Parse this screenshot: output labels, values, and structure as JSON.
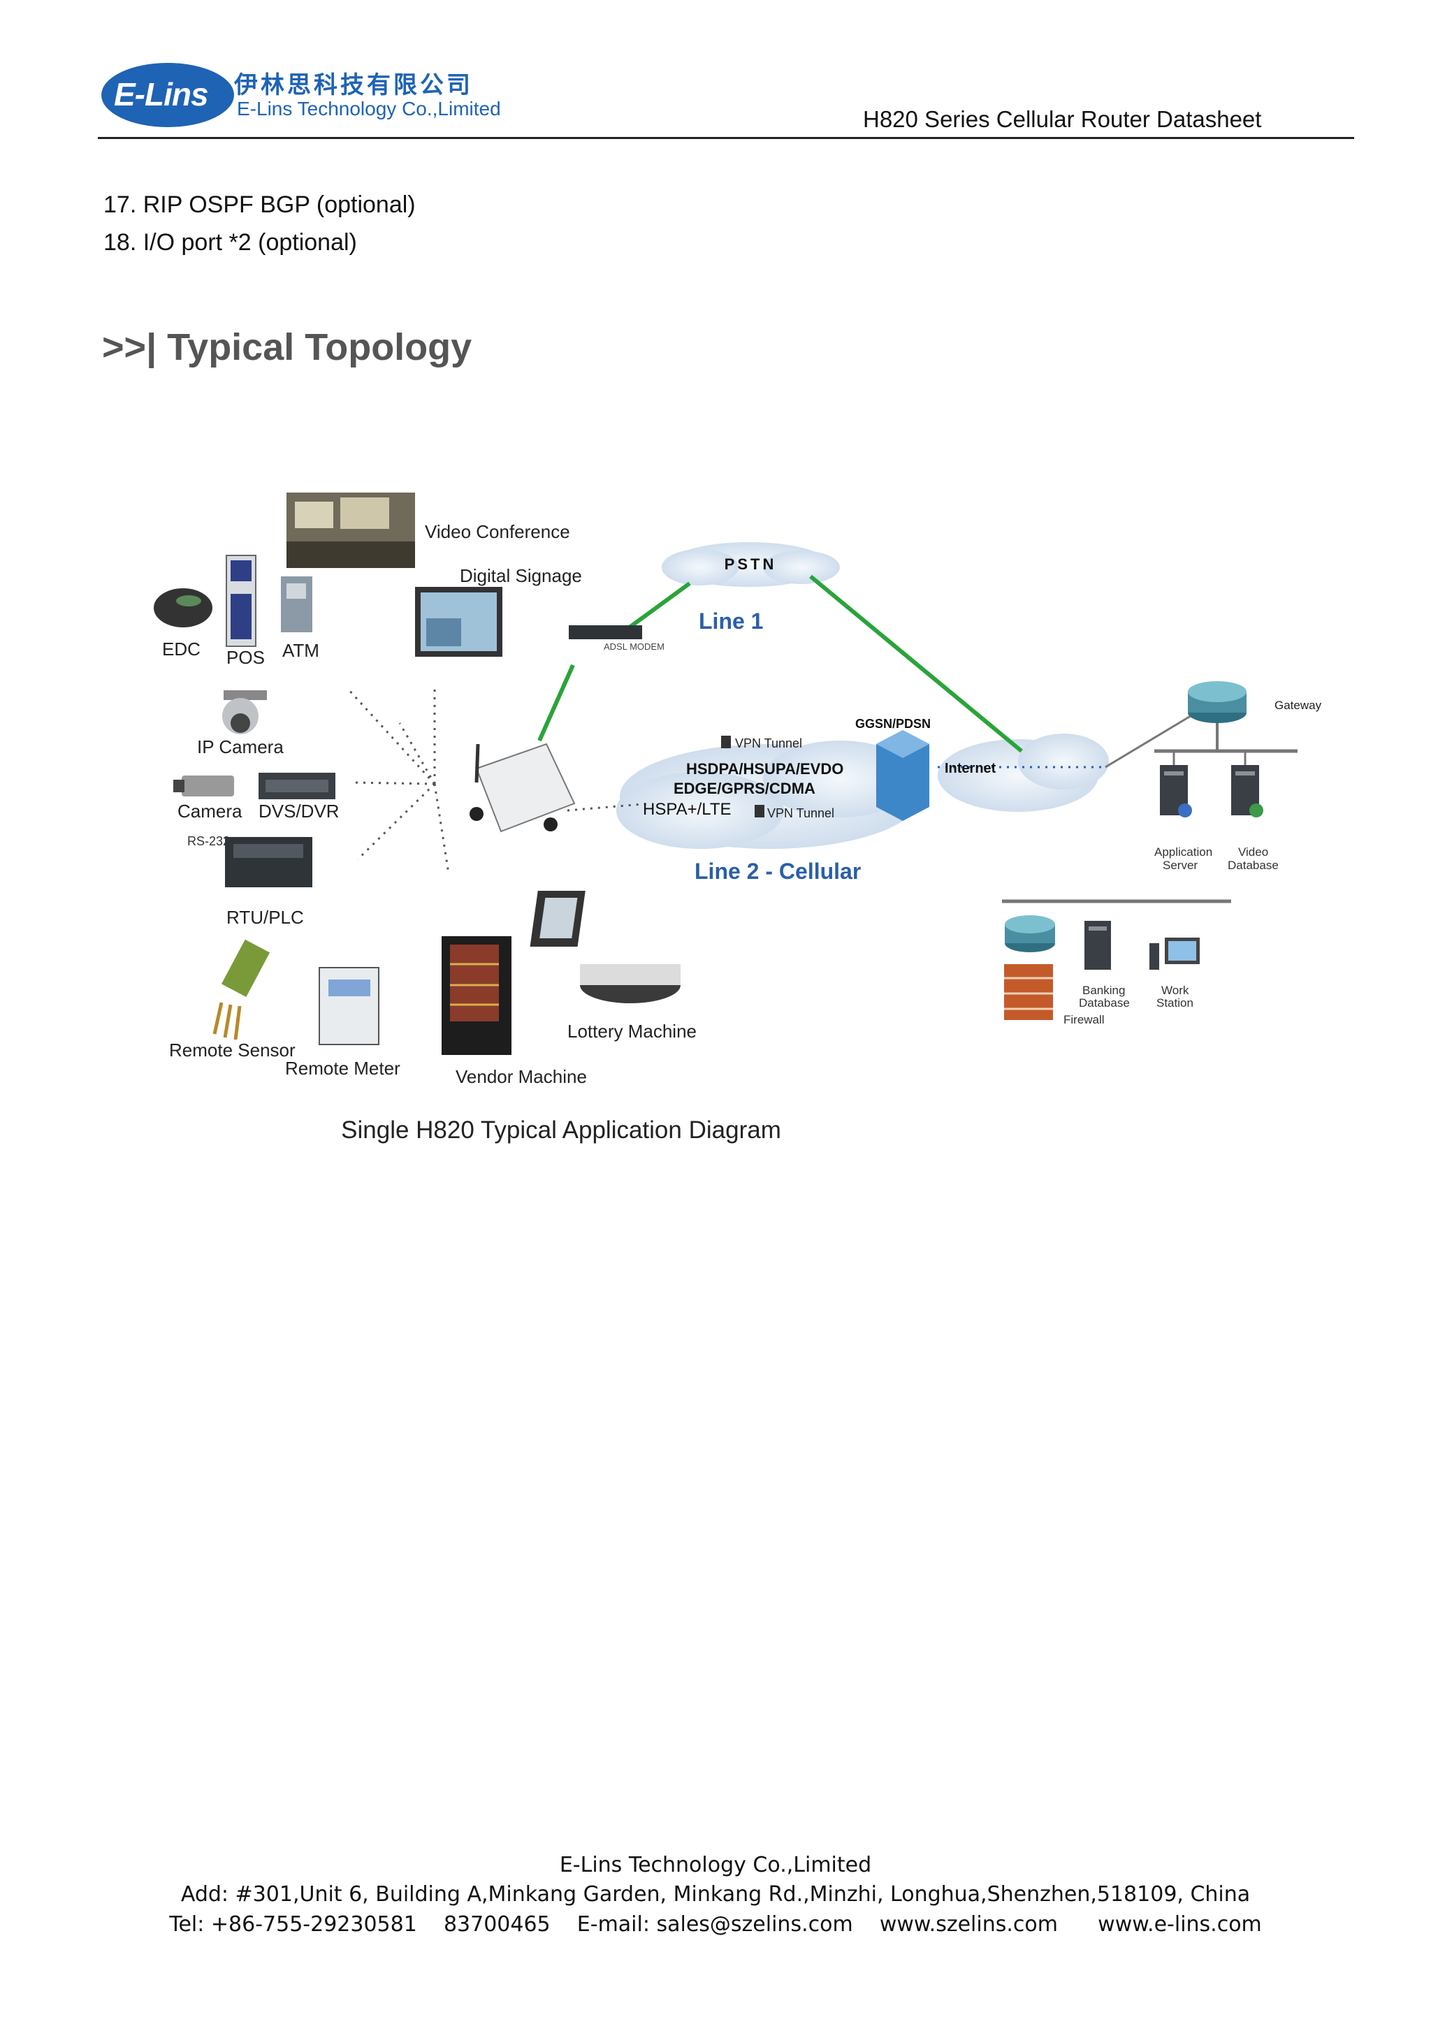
{
  "header": {
    "logo_mark_text": "E-Lins",
    "logo_cn": "伊林思科技有限公司",
    "logo_en": "E-Lins Technology Co.,Limited",
    "title": "H820 Series Cellular Router Datasheet"
  },
  "list_items": [
    "17. RIP OSPF BGP (optional)",
    "18. I/O port *2 (optional)"
  ],
  "section_title": ">>| Typical Topology",
  "diagram": {
    "labels": {
      "video_conference": "Video Conference",
      "digital_signage": "Digital Signage",
      "edc": "EDC",
      "pos": "POS",
      "atm": "ATM",
      "ip_camera": "IP Camera",
      "camera": "Camera",
      "dvs_dvr": "DVS/DVR",
      "rs232": "RS-232",
      "rtu_plc": "RTU/PLC",
      "remote_sensor": "Remote Sensor",
      "remote_meter": "Remote Meter",
      "vendor_machine": "Vendor Machine",
      "lottery_machine": "Lottery Machine",
      "adsl_modem": "ADSL MODEM",
      "pstn": "PSTN",
      "line1": "Line 1",
      "line2": "Line 2 - Cellular",
      "vpn_tunnel_1": "VPN Tunnel",
      "vpn_tunnel_2": "VPN Tunnel",
      "hsdpa": "HSDPA/HSUPA/EVDO",
      "edge": "EDGE/GPRS/CDMA",
      "hspa_lte": "HSPA+/LTE",
      "ggsn_pdsn": "GGSN/PDSN",
      "internet": "Internet",
      "gateway": "Gateway",
      "application_server_1": "Application",
      "application_server_2": "Server",
      "video_database_1": "Video",
      "video_database_2": "Database",
      "banking_database_1": "Banking",
      "banking_database_2": "Database",
      "work_station_1": "Work",
      "work_station_2": "Station",
      "firewall": "Firewall"
    },
    "caption": "Single H820 Typical Application Diagram"
  },
  "footer": {
    "company": "E-Lins Technology Co.,Limited",
    "address": "Add: #301,Unit 6, Building A,Minkang Garden, Minkang Rd.,Minzhi, Longhua,Shenzhen,518109, China",
    "contact": "Tel: +86-755-29230581    83700465    E-mail: sales@szelins.com    www.szelins.com      www.e-lins.com"
  },
  "colors": {
    "brand_blue": "#1f63b5",
    "line_green": "#2aa43a",
    "label_blue": "#2a5fa8",
    "heading_gray": "#555555"
  }
}
